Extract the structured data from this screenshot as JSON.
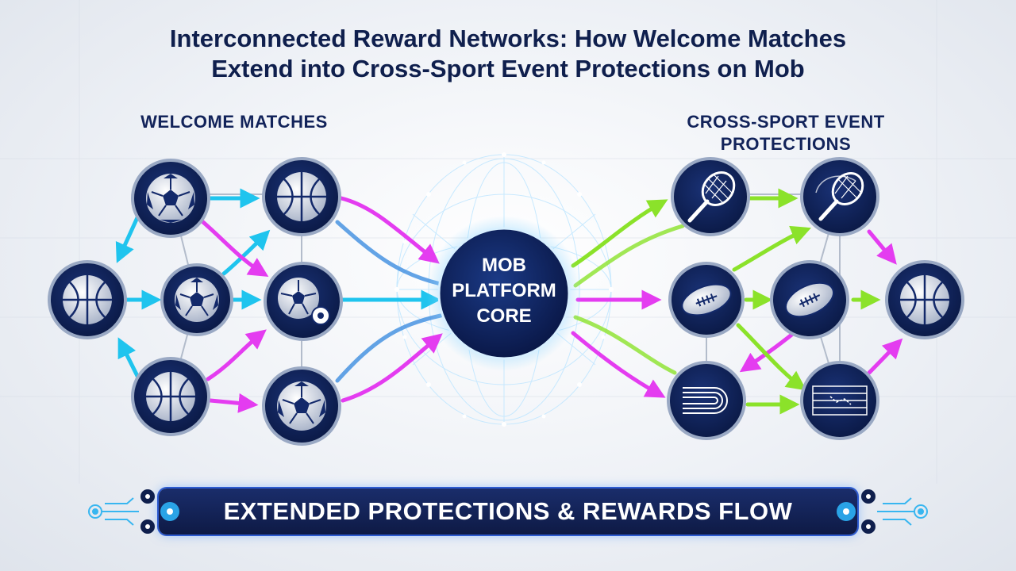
{
  "title": {
    "line1": "Interconnected Reward Networks: How Welcome Matches",
    "line2": "Extend into Cross-Sport Event Protections on Mob"
  },
  "left_section_label": "WELCOME MATCHES",
  "right_section_label": "CROSS-SPORT EVENT PROTECTIONS",
  "core": {
    "line1": "MOB",
    "line2": "PLATFORM",
    "line3": "CORE"
  },
  "banner_text": "EXTENDED PROTECTIONS & REWARDS FLOW",
  "nodes": {
    "left": [
      {
        "id": "L1",
        "icon": "soccer-ball-icon"
      },
      {
        "id": "L2",
        "icon": "basketball-icon"
      },
      {
        "id": "L3",
        "icon": "basketball-icon"
      },
      {
        "id": "L4",
        "icon": "soccer-ball-icon"
      },
      {
        "id": "L5",
        "icon": "soccer-ball-icon"
      },
      {
        "id": "L6",
        "icon": "basketball-icon"
      },
      {
        "id": "L7",
        "icon": "soccer-ball-icon"
      }
    ],
    "right": [
      {
        "id": "R1",
        "icon": "tennis-racket-icon"
      },
      {
        "id": "R2",
        "icon": "tennis-racket-icon"
      },
      {
        "id": "R3",
        "icon": "football-icon"
      },
      {
        "id": "R4",
        "icon": "football-icon"
      },
      {
        "id": "R5",
        "icon": "basketball-icon"
      },
      {
        "id": "R6",
        "icon": "track-icon"
      },
      {
        "id": "R7",
        "icon": "field-icon"
      }
    ]
  },
  "colors": {
    "node_fill": "#0f2152",
    "node_border": "#9aa9c4",
    "arrow_cyan": "#1fc4ee",
    "arrow_magenta": "#e43cf0",
    "arrow_green": "#8be22a",
    "arrow_blue": "#3d8de0",
    "core_fill": "#0c1d52"
  }
}
